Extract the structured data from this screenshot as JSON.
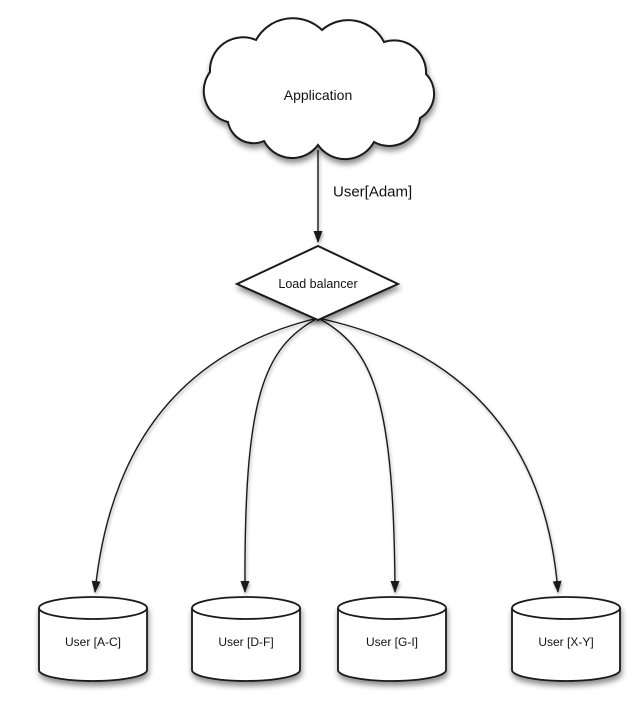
{
  "diagram": {
    "kind": "sharding-architecture-flowchart",
    "colors": {
      "background": "#ffffff",
      "stroke": "#1a1a1a",
      "node_fill": "#ffffff",
      "text": "#111111"
    },
    "nodes": {
      "application": {
        "label": "Application",
        "shape": "cloud"
      },
      "load_balancer": {
        "label": "Load balancer",
        "shape": "diamond"
      }
    },
    "edges": {
      "app_to_lb": {
        "label": "User[Adam]",
        "from": "Application",
        "to": "Load balancer"
      }
    },
    "shards": [
      {
        "label": "User [A-C]",
        "shape": "cylinder"
      },
      {
        "label": "User [D-F]",
        "shape": "cylinder"
      },
      {
        "label": "User [G-I]",
        "shape": "cylinder"
      },
      {
        "label": "User [X-Y]",
        "shape": "cylinder"
      }
    ]
  }
}
